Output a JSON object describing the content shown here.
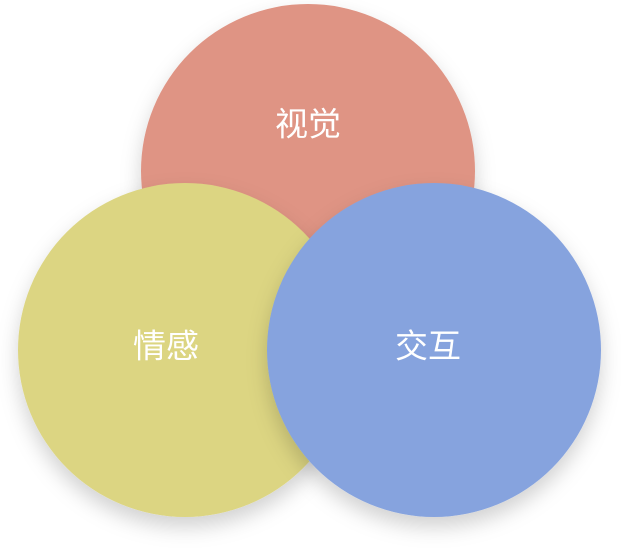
{
  "diagram": {
    "type": "venn",
    "circles": [
      {
        "id": "visual",
        "label": "视觉",
        "color": "#DF9484"
      },
      {
        "id": "emotion",
        "label": "情感",
        "color": "#DCD582"
      },
      {
        "id": "interaction",
        "label": "交互",
        "color": "#86A3DE"
      }
    ]
  }
}
